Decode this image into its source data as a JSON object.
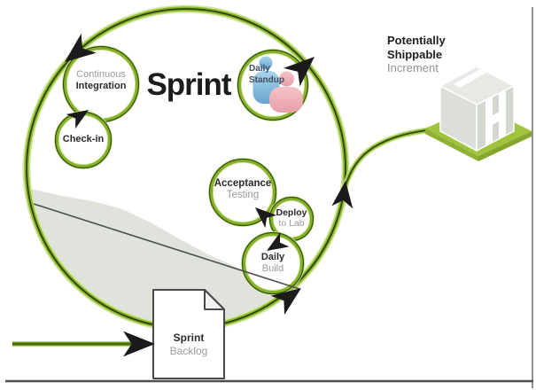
{
  "title": "Sprint",
  "cycle": {
    "continuous_integration": {
      "line1": "Continuous",
      "line2": "Integration"
    },
    "check_in": {
      "label": "Check-in"
    },
    "daily_standup": {
      "line1": "Daily",
      "line2": "Standup"
    },
    "acceptance_testing": {
      "line1": "Acceptance",
      "line2": "Testing"
    },
    "deploy_to_lab": {
      "line1": "Deploy",
      "line2": "to Lab"
    },
    "daily_build": {
      "line1": "Daily",
      "line2": "Build"
    }
  },
  "input": {
    "sprint_backlog": {
      "line1": "Sprint",
      "line2": "Backlog"
    }
  },
  "output": {
    "increment": {
      "line1": "Potentially",
      "line2": "Shippable",
      "line3": "Increment"
    }
  },
  "icons": {
    "standup_people": "two-person-icon",
    "backlog_doc": "document-icon",
    "increment_box": "package-box-icon"
  },
  "colors": {
    "band_halo": "#cfe49a",
    "band_green": "#8fb92e",
    "band_core": "#2a4206",
    "ring_green": "#85b02a",
    "ring_core": "#31510b",
    "hill_gray": "#dfe3dc",
    "trend_line": "#4b5346",
    "arrow_black": "#1b1b1b",
    "platform_green": "#a0c43e",
    "platform_edge": "#84a62f",
    "box_top": "#e7eae4",
    "box_left": "#dcdfd8",
    "box_right": "#d2d7cf",
    "person_blue": "#85bbdf",
    "person_pink": "#edb2b7",
    "doc_border": "#4a4a4a",
    "frame_border": "#8f8f8f"
  }
}
